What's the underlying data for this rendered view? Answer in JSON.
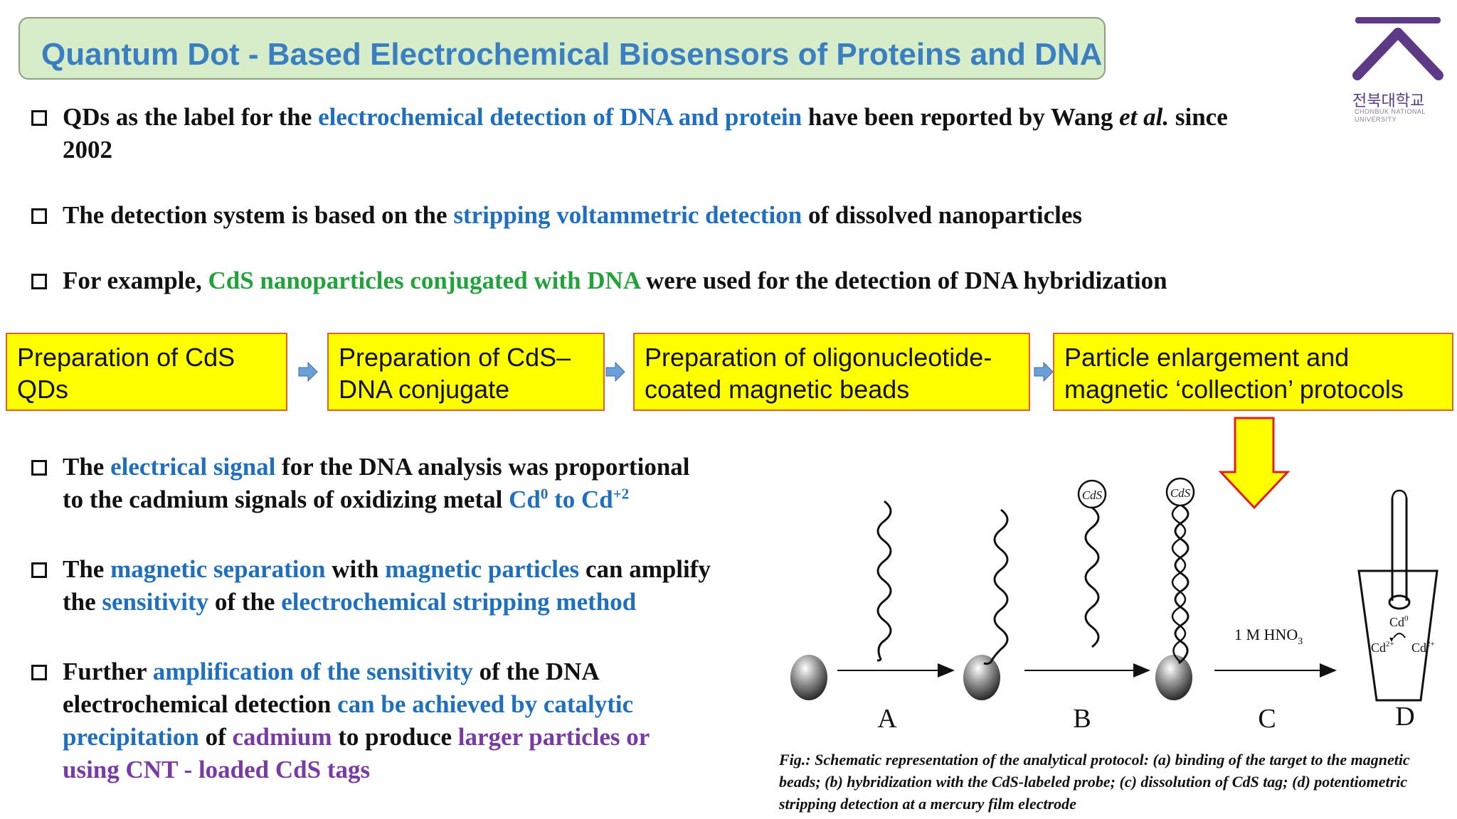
{
  "title": "Quantum Dot - Based Electrochemical Biosensors of Proteins and DNA",
  "logo": {
    "korean": "전북대학교",
    "english_line1": "CHONBUK NATIONAL",
    "english_line2": "UNIVERSITY",
    "color": "#5e3a86"
  },
  "bullets_top": [
    {
      "t1": "QDs as the label for the ",
      "h1": "electrochemical detection of DNA and protein",
      "t2": " have been reported by Wang ",
      "etal": "et al.",
      "t3": " since",
      "line2": "2002"
    },
    {
      "t1": "The detection system is based on the ",
      "h1": "stripping voltammetric detection",
      "t2": " of dissolved nanoparticles"
    },
    {
      "t1": "For example, ",
      "h1": "CdS nanoparticles conjugated with DNA",
      "t2": " were used for the detection of DNA hybridization"
    }
  ],
  "flow": [
    {
      "line1": "Preparation of CdS",
      "line2": "QDs"
    },
    {
      "line1": "Preparation of CdS–",
      "line2": "DNA conjugate"
    },
    {
      "line1": "Preparation of oligonucleotide-",
      "line2": "coated magnetic beads"
    },
    {
      "line1": "Particle enlargement and",
      "line2": "magnetic ‘collection’ protocols"
    }
  ],
  "bullets_bottom": [
    {
      "t1": "The ",
      "h1": "electrical signal",
      "t2": " for the DNA analysis was proportional",
      "l2": "to the cadmium signals of oxidizing metal ",
      "cd_base": "Cd",
      "cd_sup1": "0",
      "cd_to": " to Cd",
      "cd_sup2": "+2"
    },
    {
      "t1": "The ",
      "h1": "magnetic separation",
      "t2": " with ",
      "h2": "magnetic particles",
      "t3": " can amplify",
      "l2a": "the ",
      "h3": "sensitivity",
      "l2b": " of the ",
      "h4": "electrochemical stripping method"
    },
    {
      "t1": "Further ",
      "h1": "amplification of the sensitivity",
      "t2": " of the DNA",
      "l2a": "electrochemical detection ",
      "h2": "can be achieved by catalytic",
      "h3": "precipitation",
      "l3a": " of ",
      "h4": "cadmium",
      "l3b": " to produce ",
      "p1": "larger particles or",
      "p2": "using CNT - loaded CdS tags"
    }
  ],
  "figure": {
    "labels": {
      "a": "A",
      "b": "B",
      "c": "C",
      "d": "D"
    },
    "cds": "CdS",
    "reagent": "1 M HNO",
    "reagent_sub": "3",
    "cd0": "Cd",
    "cd0_sup": "0",
    "cd2": "Cd",
    "cd2_sup": "2+"
  },
  "caption": "Fig.:  Schematic representation of the analytical protocol: (a) binding of the target to the magnetic beads; (b) hybridization with the CdS-labeled probe; (c) dissolution of CdS tag; (d) potentiometric stripping detection at a mercury film electrode",
  "colors": {
    "title_bg": "#d7ecc8",
    "title_text": "#3a7fc2",
    "highlight_blue": "#1f6fc0",
    "highlight_green": "#22a23a",
    "highlight_purple": "#7a3aa6",
    "flow_fill": "#ffff00",
    "flow_border": "#e06030"
  }
}
